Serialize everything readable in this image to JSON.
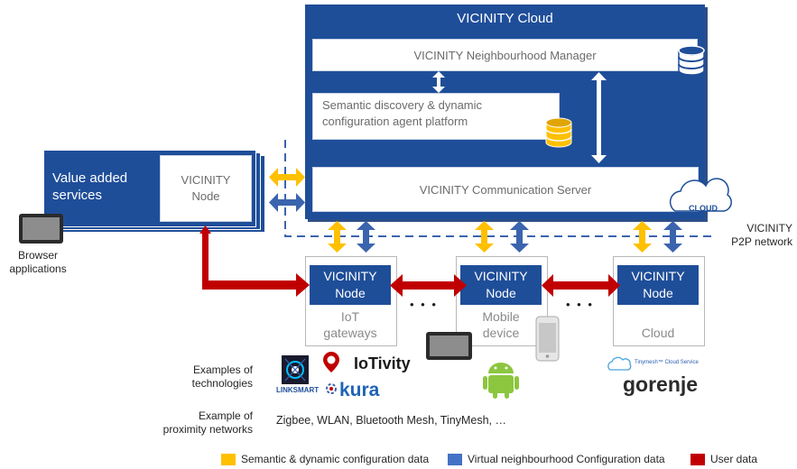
{
  "cloud": {
    "title": "VICINITY Cloud",
    "logo_text": "CLOUD"
  },
  "neighbourhood_manager": {
    "label": "VICINITY Neighbourhood Manager"
  },
  "semantic_platform": {
    "line1": "Semantic discovery & dynamic",
    "line2": "configuration agent platform"
  },
  "communication_server": {
    "label": "VICINITY Communication Server"
  },
  "value_added": {
    "line1": "Value added",
    "line2": "services",
    "node_line1": "VICINITY",
    "node_line2": "Node"
  },
  "browser": {
    "line1": "Browser",
    "line2": "applications"
  },
  "p2p": {
    "line1": "VICINITY",
    "line2": "P2P network"
  },
  "nodes": [
    {
      "line1": "VICINITY",
      "line2": "Node",
      "sub1": "IoT",
      "sub2": "gateways"
    },
    {
      "line1": "VICINITY",
      "line2": "Node",
      "sub1": "Mobile",
      "sub2": "device"
    },
    {
      "line1": "VICINITY",
      "line2": "Node",
      "sub1": "Cloud",
      "sub2": ""
    }
  ],
  "ellipsis": "• • •",
  "examples_tech": {
    "line1": "Examples of",
    "line2": "technologies"
  },
  "examples_prox": {
    "line1": "Example of",
    "line2": "proximity networks"
  },
  "proximity_list": "Zigbee, WLAN, Bluetooth Mesh, TinyMesh, …",
  "logos": {
    "linksmart": "LINKSMART",
    "iotivity": "IoTivity",
    "kura": "kura",
    "tinymesh": "Tinymesh™ Cloud Service",
    "gorenje": "gorenje"
  },
  "legend": [
    {
      "label": "Semantic & dynamic configuration data",
      "color": "#ffc000"
    },
    {
      "label": "Virtual neighbourhood Configuration data",
      "color": "#4472c4"
    },
    {
      "label": "User data",
      "color": "#c00000"
    }
  ],
  "colors": {
    "vicinity_blue": "#1f4e99",
    "semantic": "#ffc000",
    "neighbourhood": "#3b64ae",
    "user": "#c00000"
  }
}
